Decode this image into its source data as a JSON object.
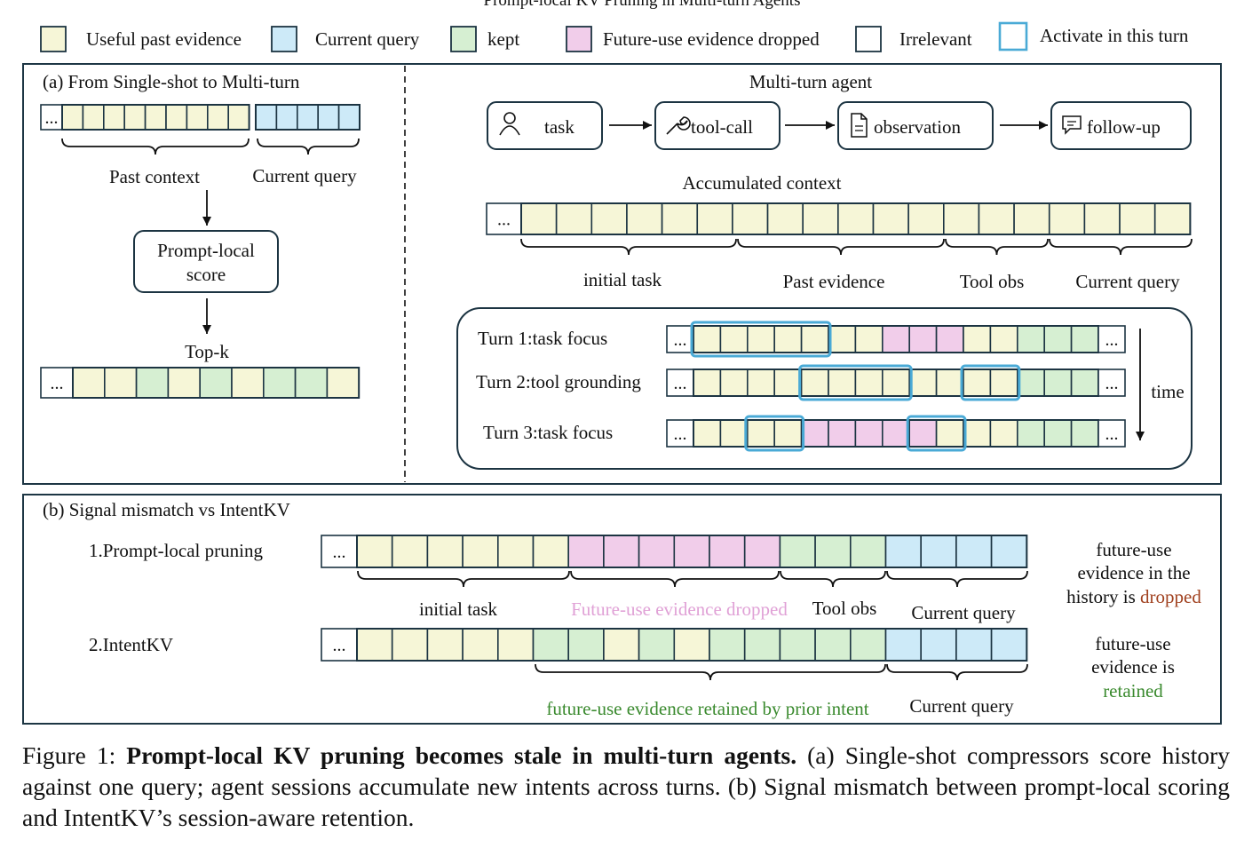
{
  "title": "Prompt-local KV Pruning in Multi-turn Agents",
  "colors": {
    "useful": "#f6f6d7",
    "query": "#cdeaf8",
    "kept": "#d6efd2",
    "dropped": "#f1cdea",
    "irrelevant": "#ffffff",
    "activate": "#4aaad6",
    "stroke": "#1c3442",
    "dropped_text": "#a0401e",
    "retained_text": "#3a8a2e",
    "future_pink_text": "#e0a1d6"
  },
  "legend": {
    "useful": "Useful past evidence",
    "query": "Current query",
    "kept": "kept",
    "dropped": "Future-use evidence dropped",
    "irrelevant": "Irrelevant",
    "activate": "Activate in this turn"
  },
  "panel_a": {
    "title": "(a) From Single-shot to Multi-turn",
    "ellipsis": "...",
    "past_context": "Past context",
    "current_query": "Current query",
    "score_box_line1": "Prompt-local",
    "score_box_line2": "score",
    "topk": "Top-k",
    "topk_cells": [
      "ellipsis",
      "useful",
      "useful",
      "kept",
      "useful",
      "kept",
      "useful",
      "kept",
      "kept",
      "useful"
    ]
  },
  "agent": {
    "title": "Multi-turn agent",
    "steps": [
      "task",
      "tool-call",
      "observation",
      "follow-up"
    ],
    "step_icons": [
      "person-icon",
      "wrench-icon",
      "document-icon",
      "chat-icon"
    ],
    "accumulated": "Accumulated context",
    "groups": [
      "initial task",
      "Past evidence",
      "Tool obs",
      "Current query"
    ],
    "turns": [
      {
        "label": "Turn 1:task focus",
        "cells": [
          "useful",
          "useful",
          "useful",
          "useful",
          "useful",
          "useful",
          "useful",
          "dropped",
          "dropped",
          "dropped",
          "useful",
          "useful",
          "kept",
          "kept",
          "kept"
        ],
        "activate": [
          [
            0,
            4
          ]
        ]
      },
      {
        "label": "Turn 2:tool grounding",
        "cells": [
          "useful",
          "useful",
          "useful",
          "useful",
          "useful",
          "useful",
          "useful",
          "useful",
          "useful",
          "useful",
          "useful",
          "useful",
          "kept",
          "kept",
          "kept"
        ],
        "activate": [
          [
            4,
            7
          ],
          [
            10,
            11
          ]
        ]
      },
      {
        "label": "Turn 3:task focus",
        "cells": [
          "useful",
          "useful",
          "useful",
          "useful",
          "dropped",
          "dropped",
          "dropped",
          "dropped",
          "dropped",
          "useful",
          "useful",
          "useful",
          "kept",
          "kept",
          "kept"
        ],
        "activate": [
          [
            2,
            3
          ],
          [
            8,
            9
          ]
        ]
      }
    ],
    "time": "time"
  },
  "panel_b": {
    "title": "(b) Signal mismatch vs IntentKV",
    "row1_label": "1.Prompt-local pruning",
    "row1_cells": [
      "useful",
      "useful",
      "useful",
      "useful",
      "useful",
      "useful",
      "dropped",
      "dropped",
      "dropped",
      "dropped",
      "dropped",
      "dropped",
      "kept",
      "kept",
      "kept",
      "query",
      "query",
      "query",
      "query"
    ],
    "row1_groups": [
      "initial task",
      "Future-use evidence dropped",
      "Tool obs",
      "Current query"
    ],
    "row1_note_lines": [
      "future-use",
      "evidence in the",
      "history is "
    ],
    "row1_note_colored": "dropped",
    "row2_label": "2.IntentKV",
    "row2_cells": [
      "useful",
      "useful",
      "useful",
      "useful",
      "useful",
      "kept",
      "kept",
      "useful",
      "kept",
      "useful",
      "kept",
      "kept",
      "kept",
      "kept",
      "kept",
      "query",
      "query",
      "query",
      "query"
    ],
    "row2_groups": [
      "future-use evidence retained by prior intent",
      "Current query"
    ],
    "row2_note_lines": [
      "future-use",
      "evidence is"
    ],
    "row2_note_colored": "retained"
  },
  "caption": {
    "prefix": "Figure 1: ",
    "bold": "Prompt-local KV pruning becomes stale in multi-turn agents.",
    "rest": " (a) Single-shot compressors score history against one query; agent sessions accumulate new intents across turns. (b) Signal mismatch between prompt-local scoring and IntentKV’s session-aware retention."
  }
}
